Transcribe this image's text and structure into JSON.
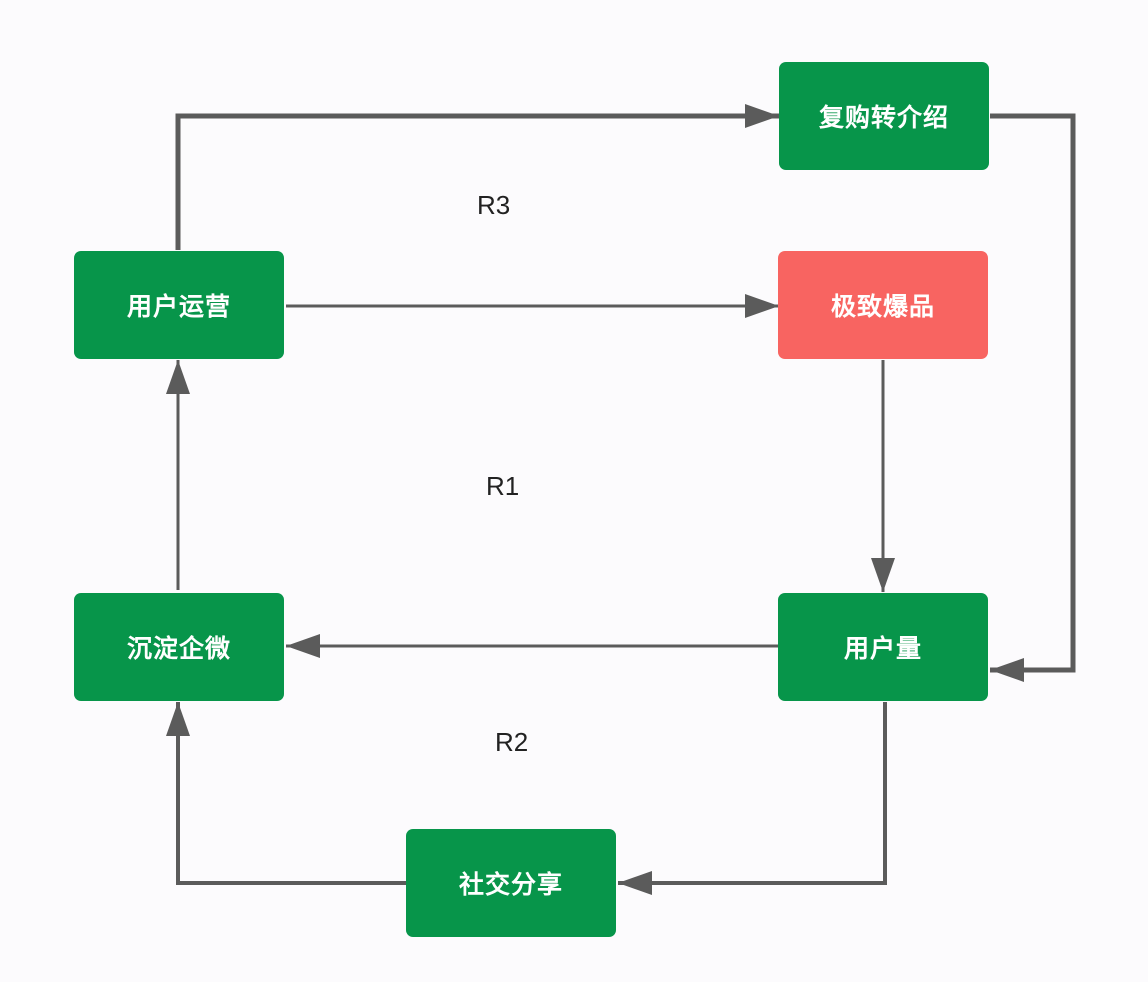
{
  "colors": {
    "background": "#FCFBFD",
    "node_green": "#07954A",
    "node_red": "#F86461",
    "arrow": "#5B5B5B",
    "node_text": "#FFFFFF",
    "label_text": "#222222"
  },
  "nodes": {
    "repurchase": "复购转介绍",
    "operations": "用户运营",
    "hit_product": "极致爆品",
    "wecom": "沉淀企微",
    "user_count": "用户量",
    "social_share": "社交分享"
  },
  "loops": {
    "r3": "R3",
    "r1": "R1",
    "r2": "R2"
  }
}
